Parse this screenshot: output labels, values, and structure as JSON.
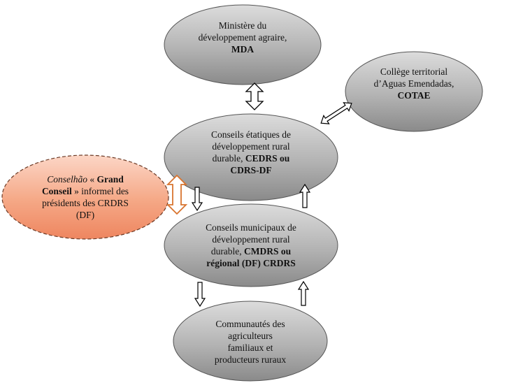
{
  "nodes": {
    "mda": {
      "line1": "Ministère du",
      "line2": "développement agraire,",
      "line3": "MDA"
    },
    "cotae": {
      "line1": "Collège territorial",
      "line2": "d’Aguas Emendadas,",
      "line3": "COTAE"
    },
    "cedrs": {
      "line1": "Conseils étatiques de",
      "line2": "développement rural",
      "line3_a": "durable, ",
      "line3_b": "CEDRS ou",
      "line4": "CDRS-DF"
    },
    "conselhao": {
      "line1_a": "Conselhão",
      "line1_b": " « ",
      "line1_c": "Grand",
      "line2_a": "Conseil",
      "line2_b": " » informel des",
      "line3": "présidents des CRDRS",
      "line4": "(DF)"
    },
    "cmdrs": {
      "line1": "Conseils municipaux de",
      "line2": "développement rural",
      "line3_a": "durable, ",
      "line3_b": "CMDRS ou",
      "line4": "régional (DF) CRDRS"
    },
    "communautes": {
      "line1": "Communautés des",
      "line2": "agriculteurs",
      "line3": "familiaux et",
      "line4": "producteurs ruraux"
    }
  },
  "colors": {
    "node_fill_top": "#d9d9d9",
    "node_fill_bottom": "#8c8c8c",
    "node_stroke": "#595959",
    "conselhao_fill_top": "#fbd3c3",
    "conselhao_fill_bottom": "#f08a64",
    "conselhao_stroke": "#7f3f28",
    "arrow_stroke": "#000000",
    "orange_arrow_stroke": "#d8742f"
  }
}
